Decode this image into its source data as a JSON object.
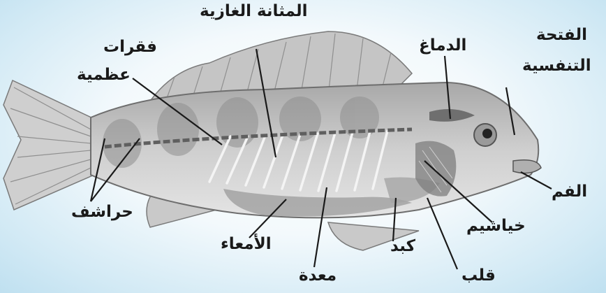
{
  "labels": {
    "swim_bladder": "المثانة الغازية",
    "vertebrae_line1": "فقرات",
    "vertebrae_line2": "عظمية",
    "brain": "الدماغ",
    "operculum_line1": "الفتحة",
    "operculum_line2": "التنفسية",
    "mouth": "الفم",
    "gills": "خياشيم",
    "scales": "حراشف",
    "intestines": "الأمعاء",
    "stomach": "معدة",
    "liver": "كبد",
    "heart": "قلب"
  },
  "colors": {
    "background": "#d3eaf5",
    "fish_body": "#c7c7c7",
    "fish_dark": "#8a8a8a",
    "leader_line": "#1a1a1a"
  }
}
